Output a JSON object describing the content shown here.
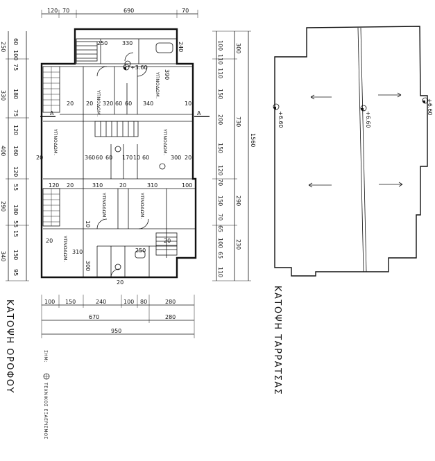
{
  "titles": {
    "floor_plan": "ΚΑΤΟΨΗ ΟΡΟΦΟΥ",
    "roof_plan": "ΚΑΤΟΨΗ ΤΑΡΡΑΤΣΑΣ",
    "section_mark": "A",
    "legend_prefix": "ΣΗΜ:",
    "legend_text": "ΤΕΧΝΙΚΟΣ ΕΞΑΕΡΙΣΜΟΣ"
  },
  "dimensions": {
    "top": [
      "120",
      "70",
      "690",
      "70"
    ],
    "bottom_row1": [
      "100",
      "150",
      "240",
      "100",
      "80",
      "280"
    ],
    "bottom_row2": [
      "670",
      "280"
    ],
    "bottom_total": "950",
    "left_col1": [
      "60",
      "100",
      "75",
      "180",
      "75",
      "120",
      "160",
      "120",
      "55",
      "180",
      "55",
      "15",
      "150",
      "95"
    ],
    "left_col2": [
      "250",
      "330",
      "400",
      "290",
      "340"
    ],
    "right_col1": [
      "100",
      "110",
      "110",
      "150",
      "200",
      "150",
      "120",
      "70",
      "150",
      "70",
      "65",
      "100",
      "65",
      "110"
    ],
    "right_col2": [
      "300",
      "730",
      "290",
      "230"
    ],
    "right_total": "1560"
  },
  "rooms": [
    "ΥΠΝΟΔΩΜ.",
    "ΥΠΝΟΔΩΜ.",
    "ΥΠΝΟΔΩΜ.",
    "ΥΠΝΟΔΩΜ.",
    "ΥΠΝΟΔΩΜ.",
    "ΥΠΝΟΔΩΜ.",
    "ΥΠΝΟΔΩΜ."
  ],
  "interior_dims": {
    "a": [
      "250",
      "330",
      "390",
      "240"
    ],
    "b": [
      "320",
      "60",
      "60",
      "340"
    ],
    "c": [
      "360",
      "60",
      "60",
      "170",
      "10",
      "60",
      "300"
    ],
    "d": [
      "120",
      "20",
      "310",
      "20",
      "310",
      "100"
    ],
    "e": [
      "300",
      "10",
      "310",
      "250"
    ],
    "f": [
      "20",
      "20",
      "10",
      "20",
      "20",
      "20",
      "20",
      "20"
    ]
  },
  "levels": {
    "floor": "+3.60",
    "roof1": "+6.60",
    "roof2": "+6.60",
    "roof3": "+6.60"
  }
}
